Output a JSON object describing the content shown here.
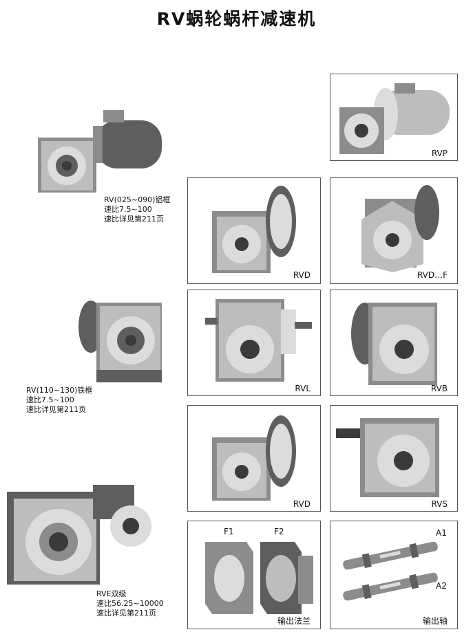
{
  "title": "RV蜗轮蜗杆减速机",
  "panels": {
    "rvp": "RVP",
    "rvd_top": "RVD",
    "rvd_f": "RVD…F",
    "rvl": "RVL",
    "rvb": "RVB",
    "rvd_bottom": "RVD",
    "rvs": "RVS",
    "flange": {
      "f1": "F1",
      "f2": "F2",
      "caption": "输出法兰"
    },
    "shaft": {
      "a1": "A1",
      "a2": "A2",
      "caption": "输出轴"
    }
  },
  "left": {
    "rv_alu": {
      "line1": "RV(025~090)铝框",
      "line2": "速比7.5~100",
      "line3": "速比详见第211页"
    },
    "rv_iron": {
      "line1": "RV(110~130)铁框",
      "line2": "速比7.5~100",
      "line3": "速比详见第211页"
    },
    "rve": {
      "line1": "RVE双级",
      "line2": "速比56.25~10000",
      "line3": "速比详见第211页"
    }
  }
}
